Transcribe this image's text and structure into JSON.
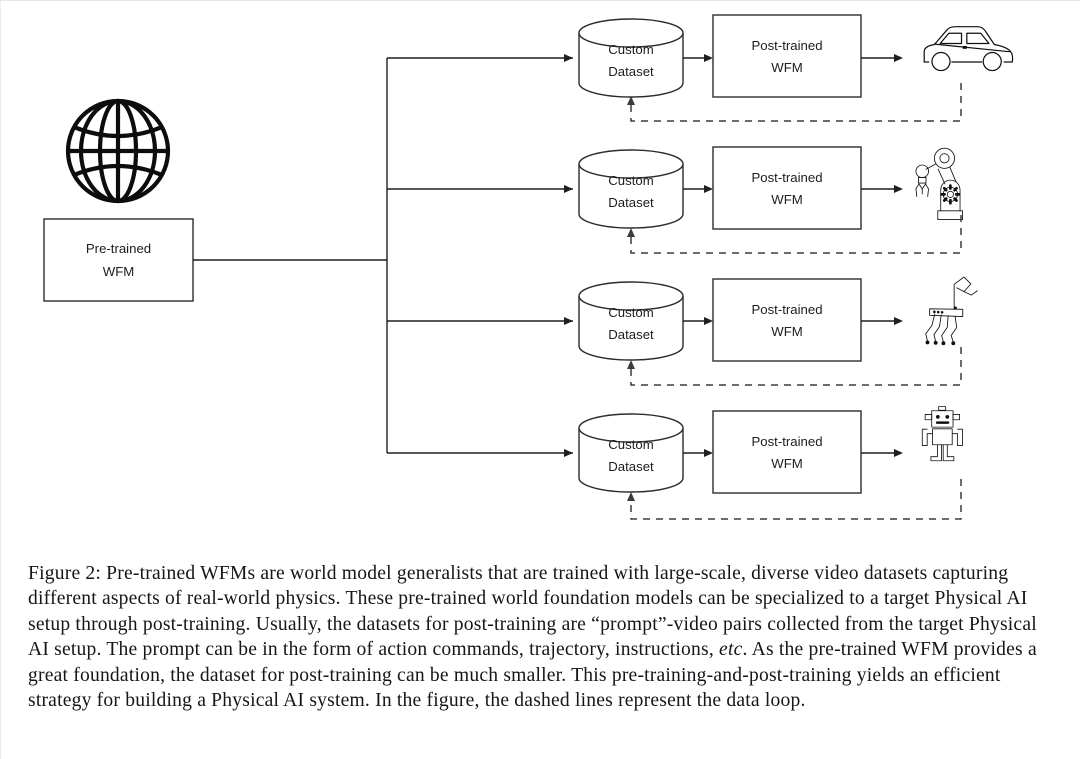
{
  "figure": {
    "label": "Figure 2",
    "source_node": {
      "icon": "globe-icon",
      "box_label_line1": "Pre-trained",
      "box_label_line2": "WFM"
    },
    "branches": [
      {
        "dataset_line1": "Custom",
        "dataset_line2": "Dataset",
        "model_line1": "Post-trained",
        "model_line2": "WFM",
        "target_icon": "car-icon",
        "target_name": "autonomous-vehicle"
      },
      {
        "dataset_line1": "Custom",
        "dataset_line2": "Dataset",
        "model_line1": "Post-trained",
        "model_line2": "WFM",
        "target_icon": "robot-arm-icon",
        "target_name": "robotic-manipulator"
      },
      {
        "dataset_line1": "Custom",
        "dataset_line2": "Dataset",
        "model_line1": "Post-trained",
        "model_line2": "WFM",
        "target_icon": "quadruped-robot-icon",
        "target_name": "quadruped-robot"
      },
      {
        "dataset_line1": "Custom",
        "dataset_line2": "Dataset",
        "model_line1": "Post-trained",
        "model_line2": "WFM",
        "target_icon": "humanoid-robot-icon",
        "target_name": "humanoid-robot"
      }
    ],
    "legend_note": "the dashed lines represent the data loop"
  },
  "caption": {
    "prefix": "Figure 2: ",
    "part1": "Pre-trained WFMs are world model generalists that are trained with large-scale, diverse video datasets capturing different aspects of real-world physics. These pre-trained world foundation models can be specialized to a target Physical AI setup through post-training. Usually, the datasets for post-training are “prompt”-video pairs collected from the target Physical AI setup. The prompt can be in the form of action commands, trajectory, instructions, ",
    "italic1": "etc",
    "part2": ". As the pre-trained WFM provides a great foundation, the dataset for post-training can be much smaller. This pre-training-and-post-training yields an efficient strategy for building a Physical AI system. In the figure, the dashed lines represent the data loop."
  },
  "colors": {
    "ink": "#1a1a1a",
    "line": "#1f1f1f",
    "dashed": "#3c3c3c",
    "background": "#ffffff"
  }
}
